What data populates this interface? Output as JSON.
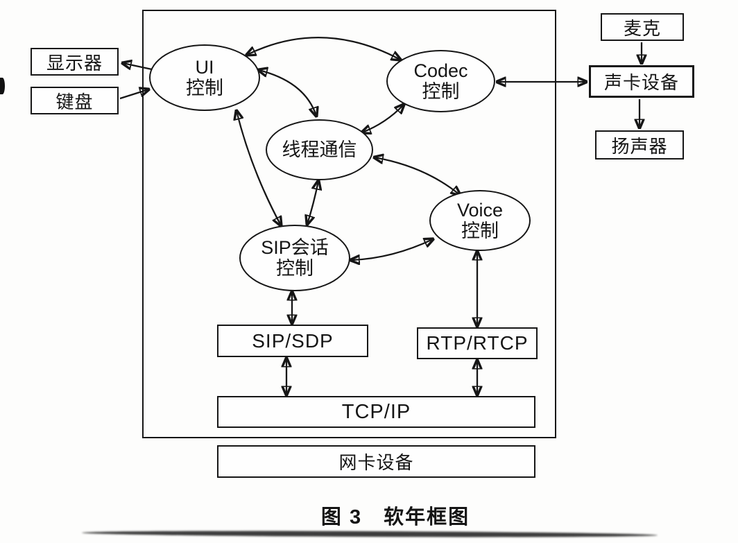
{
  "caption": "图 3　软年框图",
  "nodes": {
    "display": {
      "label": "显示器"
    },
    "keyboard": {
      "label": "键盘"
    },
    "mic": {
      "label": "麦克"
    },
    "soundcard": {
      "label": "声卡设备"
    },
    "speaker": {
      "label": "扬声器"
    },
    "ui_control": {
      "line1": "UI",
      "line2": "控制"
    },
    "codec_control": {
      "line1": "Codec",
      "line2": "控制"
    },
    "thread_comm": {
      "label": "线程通信"
    },
    "voice_control": {
      "line1": "Voice",
      "line2": "控制"
    },
    "sip_session": {
      "line1": "SIP会话",
      "line2": "控制"
    },
    "sip_sdp": {
      "label": "SIP/SDP"
    },
    "rtp_rtcp": {
      "label": "RTP/RTCP"
    },
    "tcp_ip": {
      "label": "TCP/IP"
    },
    "nic": {
      "label": "网卡设备"
    }
  },
  "colors": {
    "line": "#161616",
    "background": "#fdfdfc"
  }
}
